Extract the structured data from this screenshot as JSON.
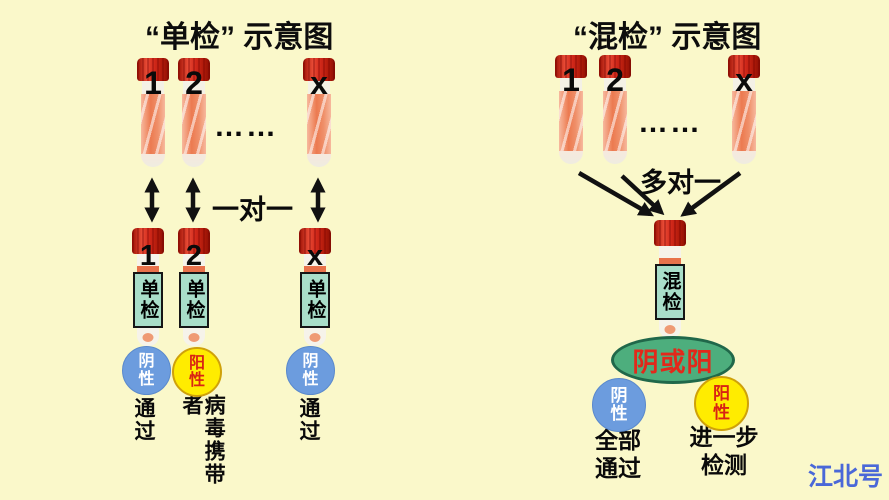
{
  "watermark": "江北号",
  "single": {
    "title": "“单检” 示意图",
    "dots": "……",
    "relation_label": "一对一",
    "test_label": "单检",
    "samples": [
      {
        "id": "1",
        "result": "阴性",
        "result_type": "negative",
        "outcome": "通过"
      },
      {
        "id": "2",
        "result": "阳性",
        "result_type": "positive",
        "outcome": "病毒携带者"
      },
      {
        "id": "x",
        "result": "阴性",
        "result_type": "negative",
        "outcome": "通过"
      }
    ]
  },
  "pooled": {
    "title": "“混检” 示意图",
    "dots": "……",
    "relation_label": "多对一",
    "test_label": "混检",
    "pool_result": "阴或阳",
    "sample_ids": [
      "1",
      "2",
      "x"
    ],
    "outcomes": [
      {
        "result": "阴性",
        "result_type": "negative",
        "action": "全部通过"
      },
      {
        "result": "阳性",
        "result_type": "positive",
        "action": "进一步检测"
      }
    ]
  },
  "colors": {
    "background": "#faf8ca",
    "cap_red": "#d32b1d",
    "tube_salmon": "#ec7a50",
    "label_green_fill": "#a9dec9",
    "negative_blue": "#6c9cde",
    "positive_yellow": "#ffec00",
    "positive_text_red": "#d92313",
    "pool_ellipse_green": "#4dae7d",
    "arrow_black": "#111111",
    "watermark_blue": "#4a68d8"
  }
}
